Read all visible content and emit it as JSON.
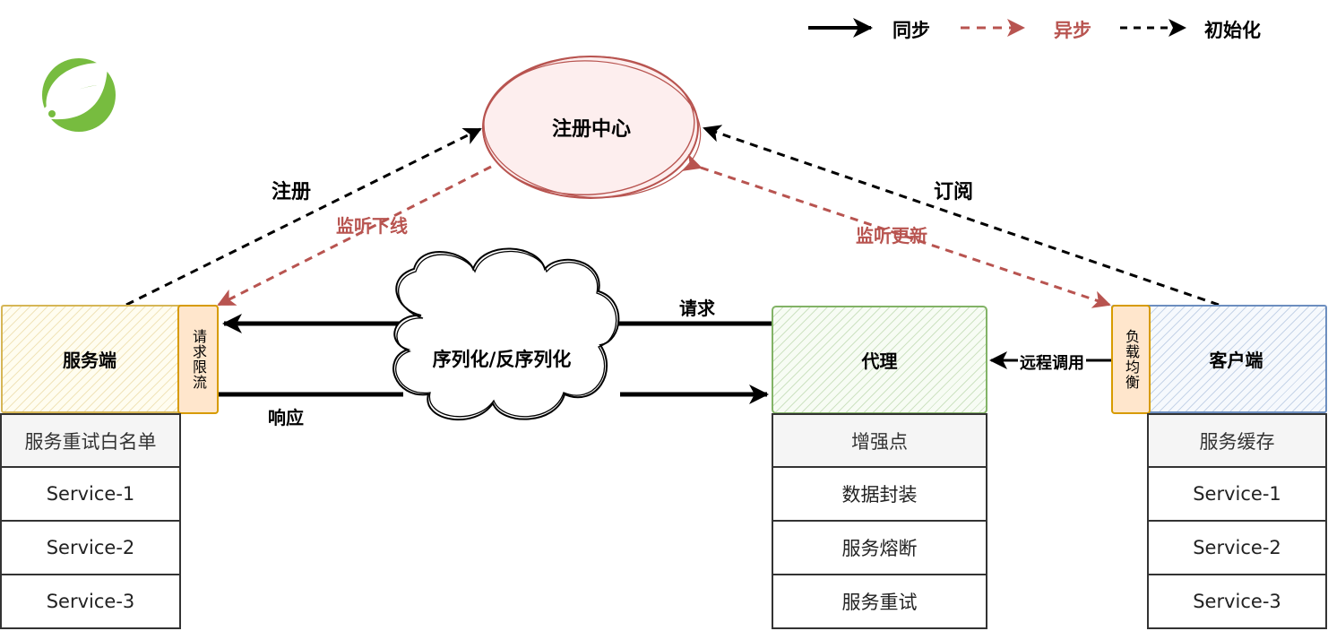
{
  "legend": {
    "sync_label": "同步",
    "async_label": "异步",
    "init_label": "初始化"
  },
  "registry": {
    "label": "注册中心"
  },
  "edges": {
    "register": "注册",
    "listen_offline": "监听下线",
    "subscribe": "订阅",
    "listen_update": "监听更新",
    "request": "请求",
    "response": "响应",
    "remote_call": "远程调用"
  },
  "serializer": {
    "label": "序列化/反序列化"
  },
  "server": {
    "title": "服务端",
    "badge": "请求限流",
    "table": {
      "header": "服务重试白名单",
      "rows": [
        "Service-1",
        "Service-2",
        "Service-3"
      ]
    }
  },
  "proxy": {
    "title": "代理",
    "table": {
      "header": "增强点",
      "rows": [
        "数据封装",
        "服务熔断",
        "服务重试"
      ]
    }
  },
  "client": {
    "title": "客户端",
    "badge": "负载均衡",
    "table": {
      "header": "服务缓存",
      "rows": [
        "Service-1",
        "Service-2",
        "Service-3"
      ]
    }
  },
  "colors": {
    "sync": "#000000",
    "async": "#b85450",
    "init": "#000000",
    "registry_stroke": "#b85450",
    "server_stroke": "#d6b656",
    "proxy_stroke": "#82b366",
    "client_stroke": "#6c8ebf",
    "badge_fill": "#ffe6cc",
    "badge_stroke": "#d79b00",
    "spring_green": "#77bc3f"
  },
  "icons": {
    "logo": "spring-leaf-icon"
  }
}
